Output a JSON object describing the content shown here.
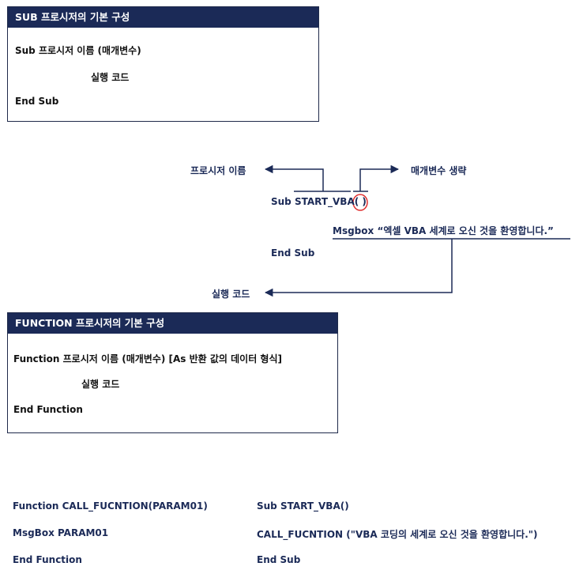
{
  "sub_box": {
    "title": "SUB 프로시저의 기본 구성",
    "line1": "Sub 프로시저 이름 (매개변수)",
    "line2": "실행 코드",
    "line3": "End Sub"
  },
  "diagram": {
    "label_proc_name": "프로시저 이름",
    "label_param_omit": "매개변수 생략",
    "code_sub": "Sub START_VBA",
    "code_parens": "( )",
    "code_msgbox_kw": "Msgbox",
    "code_msgbox_str": "“엑셀 VBA 세계로 오신 것을 환영합니다.”",
    "code_end": "End Sub",
    "label_exec": "실행 코드"
  },
  "function_box": {
    "title": "FUNCTION 프로시저의 기본 구성",
    "line1": "Function 프로시저 이름 (매개변수) [As 반환 값의 데이터 형식]",
    "line2": "실행 코드",
    "line3": "End Function"
  },
  "bottom_code": {
    "left": [
      "Function CALL_FUCNTION(PARAM01)",
      "MsgBox PARAM01",
      "End Function"
    ],
    "right": [
      "Sub START_VBA()",
      "CALL_FUCNTION (\"VBA 코딩의 세계로 오신 것을 환영합니다.\")",
      "End Sub"
    ]
  },
  "colors": {
    "navy": "#1b2a57",
    "highlight": "#e03030"
  }
}
